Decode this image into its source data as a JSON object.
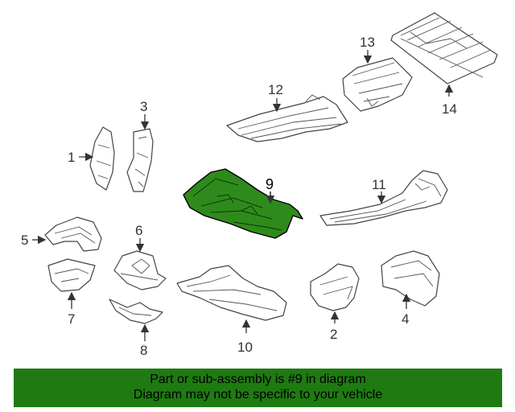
{
  "callouts": {
    "c1": "1",
    "c2": "2",
    "c3": "3",
    "c4": "4",
    "c5": "5",
    "c6": "6",
    "c7": "7",
    "c8": "8",
    "c9": "9",
    "c10": "10",
    "c11": "11",
    "c12": "12",
    "c13": "13",
    "c14": "14"
  },
  "highlight": {
    "part_number": "9",
    "color": "#2f8a1c"
  },
  "banner": {
    "line1": "Part or sub-assembly is #9 in diagram",
    "line2": "Diagram may not be specific to your vehicle",
    "background": "#1f7a12"
  }
}
